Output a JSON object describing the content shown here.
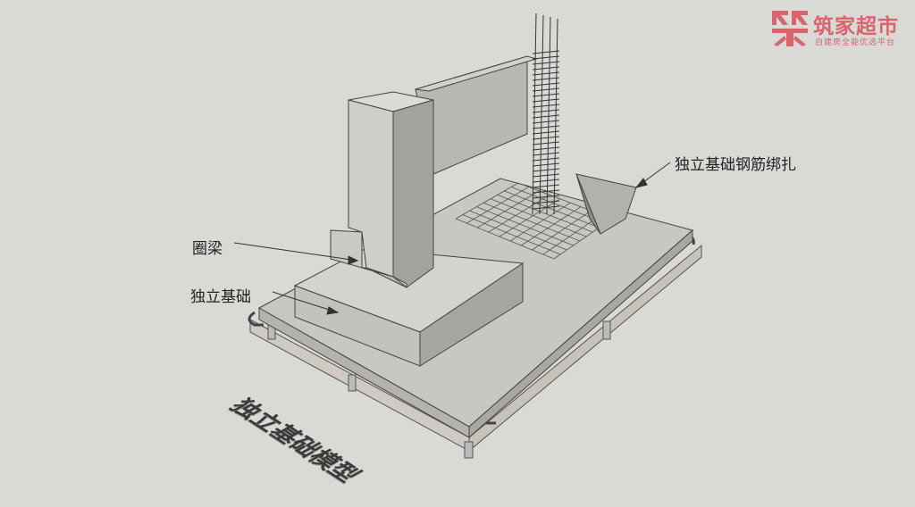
{
  "labels": {
    "rebar": "独立基础钢筋绑扎",
    "ring_beam": "圈梁",
    "footing": "独立基础"
  },
  "ground_text": "独立基础模型",
  "logo": {
    "name": "筑家超市",
    "tagline": "自建房全能优选平台",
    "color": "#d9646e"
  }
}
